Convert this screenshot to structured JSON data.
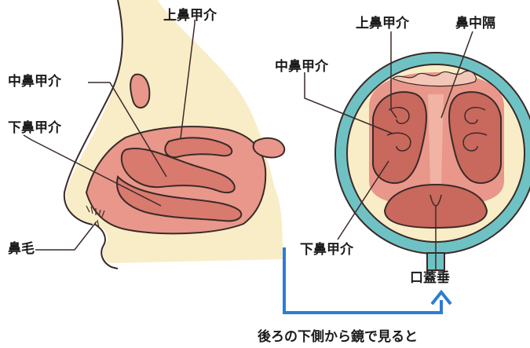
{
  "side_view": {
    "labels": {
      "superior": "上鼻甲介",
      "middle": "中鼻甲介",
      "inferior": "下鼻甲介",
      "nose_hair": "鼻毛"
    }
  },
  "rear_view": {
    "labels": {
      "superior": "上鼻甲介",
      "septum": "鼻中隔",
      "middle": "中鼻甲介",
      "inferior": "下鼻甲介",
      "uvula": "口蓋垂"
    }
  },
  "caption": "後ろの下側から鏡で見ると",
  "colors": {
    "skin": "#f8edc6",
    "cavity": "#e8978a",
    "turbinate": "#d97a6f",
    "outline": "#3a2a2a",
    "mirror_ring": "#6fc2c3",
    "arrow": "#2d7dd2"
  }
}
